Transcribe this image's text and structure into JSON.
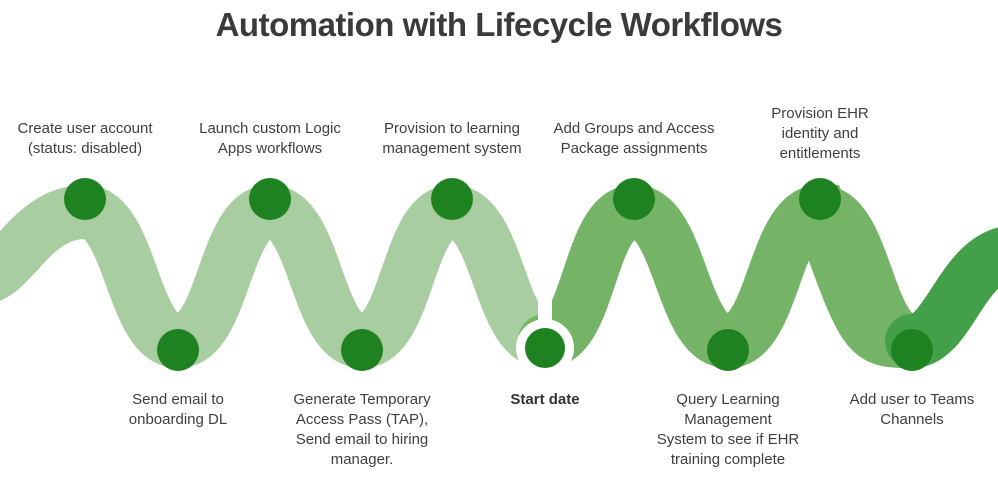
{
  "title": "Automation with Lifecycle Workflows",
  "colors": {
    "ribbon_light": "#a8cda0",
    "ribbon_medium": "#75b467",
    "ribbon_end": "#43a048",
    "node_green": "#1e8220",
    "text": "#3f3f3f"
  },
  "milestones": {
    "top": [
      {
        "label": "Create user account\n(status: disabled)"
      },
      {
        "label": "Launch custom Logic\nApps workflows"
      },
      {
        "label": "Provision to learning\nmanagement system"
      },
      {
        "label": "Add Groups and Access\nPackage assignments"
      },
      {
        "label": "Provision EHR\nidentity and\nentitlements"
      }
    ],
    "bottom": [
      {
        "label": "Send email to\nonboarding DL"
      },
      {
        "label": "Generate Temporary\nAccess Pass (TAP),\nSend email to hiring\nmanager."
      },
      {
        "label": "Start date",
        "emphasis": "true"
      },
      {
        "label": "Query Learning\nManagement\nSystem to see if EHR\ntraining complete"
      },
      {
        "label": "Add user to Teams\nChannels"
      }
    ]
  }
}
